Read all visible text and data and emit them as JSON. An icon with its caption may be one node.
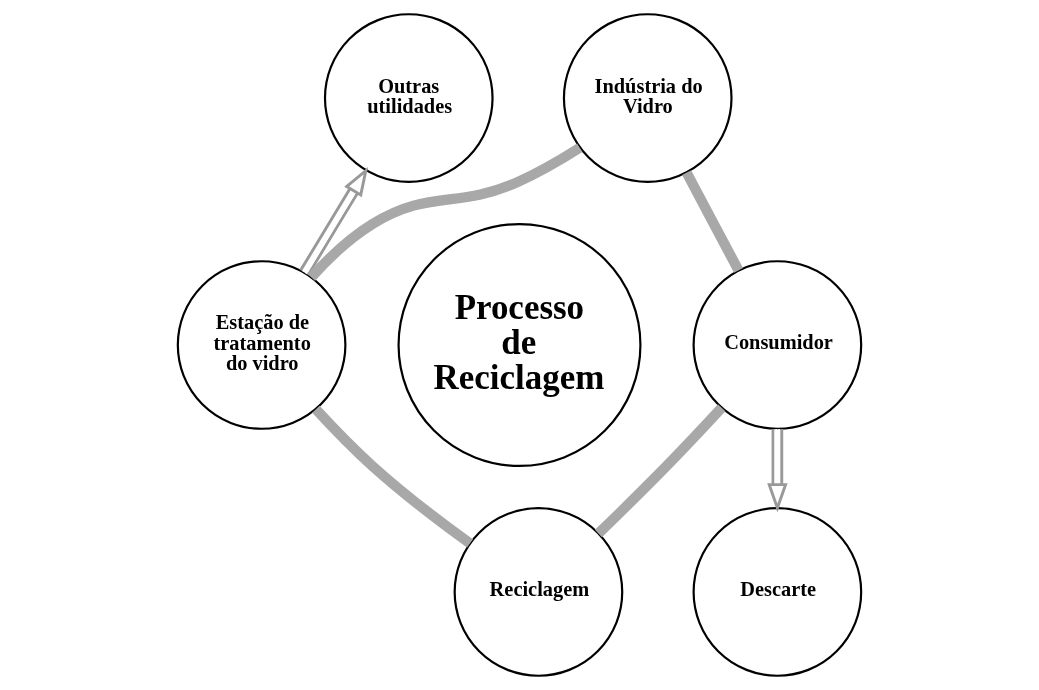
{
  "diagram": {
    "nodes": [
      {
        "text": [
          "Processo de Reciclagem"
        ]
      },
      {
        "text": [
          "Indústria do Vidro"
        ]
      },
      {
        "text": [
          "Consumidor"
        ]
      },
      {
        "text": [
          "Reciclagem"
        ]
      },
      {
        "text": [
          "Estação de tratamento do vidro"
        ]
      },
      {
        "text": [
          "Outras utilidades"
        ]
      },
      {
        "text": [
          "Descarte"
        ]
      }
    ],
    "edges": [
      {
        "from": 1,
        "to": 2,
        "arrow": "none"
      },
      {
        "from": 2,
        "to": 3,
        "arrow": "none"
      },
      {
        "from": 3,
        "to": 4,
        "arrow": "none"
      },
      {
        "from": 4,
        "to": 1,
        "arrow": "none"
      },
      {
        "from": 4,
        "to": 5,
        "arrow": "to"
      },
      {
        "from": 2,
        "to": 6,
        "arrow": "to"
      }
    ]
  }
}
